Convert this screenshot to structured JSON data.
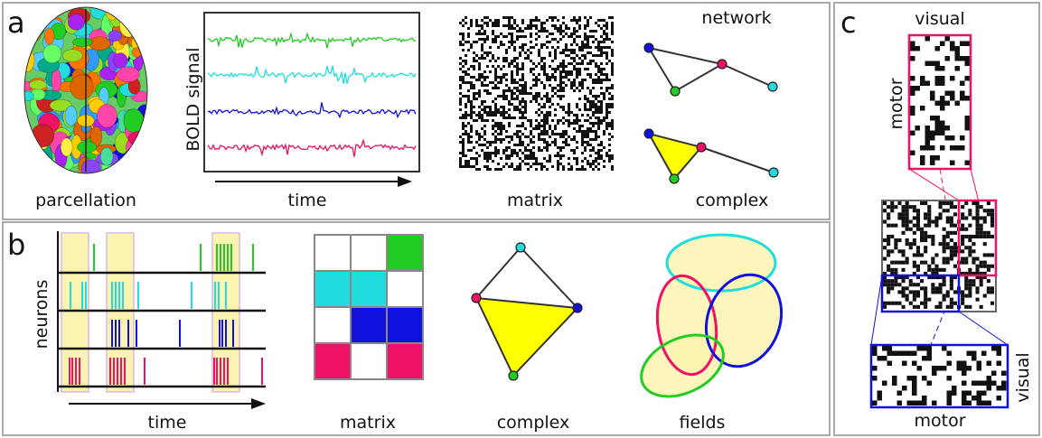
{
  "panels": {
    "a": {
      "letter": "a",
      "parcellation_label": "parcellation",
      "bold_label": "BOLD signal",
      "time_label": "time",
      "matrix_label": "matrix",
      "network_label": "network",
      "complex_label": "complex"
    },
    "b": {
      "letter": "b",
      "neurons_label": "neurons",
      "time_label": "time",
      "matrix_label": "matrix",
      "complex_label": "complex",
      "fields_label": "fields"
    },
    "c": {
      "letter": "c",
      "top_visual": "visual",
      "top_motor": "motor",
      "bottom_visual": "visual",
      "bottom_motor": "motor"
    }
  },
  "colors": {
    "green": "#22cc22",
    "cyan": "#22dddd",
    "blue": "#1111dd",
    "magenta": "#ee1166",
    "yellow": "#ffff00",
    "pale_yellow": "#fbf4b0",
    "panel_border": "#aaaaaa"
  }
}
